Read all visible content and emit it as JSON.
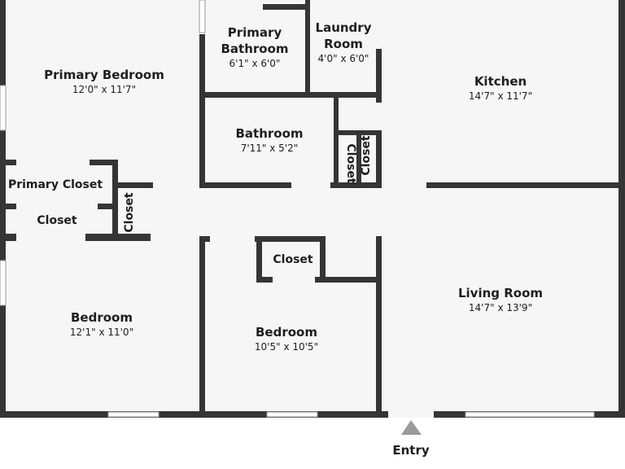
{
  "plan": {
    "colors": {
      "floor": "#f6f6f6",
      "wall": "#353535",
      "window": "#9a9a9a",
      "entry_marker": "#9a9a9a"
    },
    "rooms": {
      "primary_bedroom": {
        "name": "Primary Bedroom",
        "dims": "12'0\" x 11'7\""
      },
      "primary_bathroom": {
        "name_line1": "Primary",
        "name_line2": "Bathroom",
        "dims": "6'1\" x 6'0\""
      },
      "laundry_room": {
        "name_line1": "Laundry",
        "name_line2": "Room",
        "dims": "4'0\" x 6'0\""
      },
      "kitchen": {
        "name": "Kitchen",
        "dims": "14'7\" x 11'7\""
      },
      "bathroom": {
        "name": "Bathroom",
        "dims": "7'11\" x 5'2\""
      },
      "primary_closet": {
        "name": "Primary Closet"
      },
      "closet_hall_left": {
        "name": "Closet"
      },
      "closet_hall_vertical": {
        "name": "Closet"
      },
      "closet_bath_1": {
        "name": "Closet"
      },
      "closet_bath_2": {
        "name": "Closet"
      },
      "closet_bedroom": {
        "name": "Closet"
      },
      "bedroom_left": {
        "name": "Bedroom",
        "dims": "12'1\" x 11'0\""
      },
      "bedroom_middle": {
        "name": "Bedroom",
        "dims": "10'5\" x 10'5\""
      },
      "living_room": {
        "name": "Living Room",
        "dims": "14'7\" x 13'9\""
      }
    },
    "entry": {
      "label": "Entry"
    }
  }
}
